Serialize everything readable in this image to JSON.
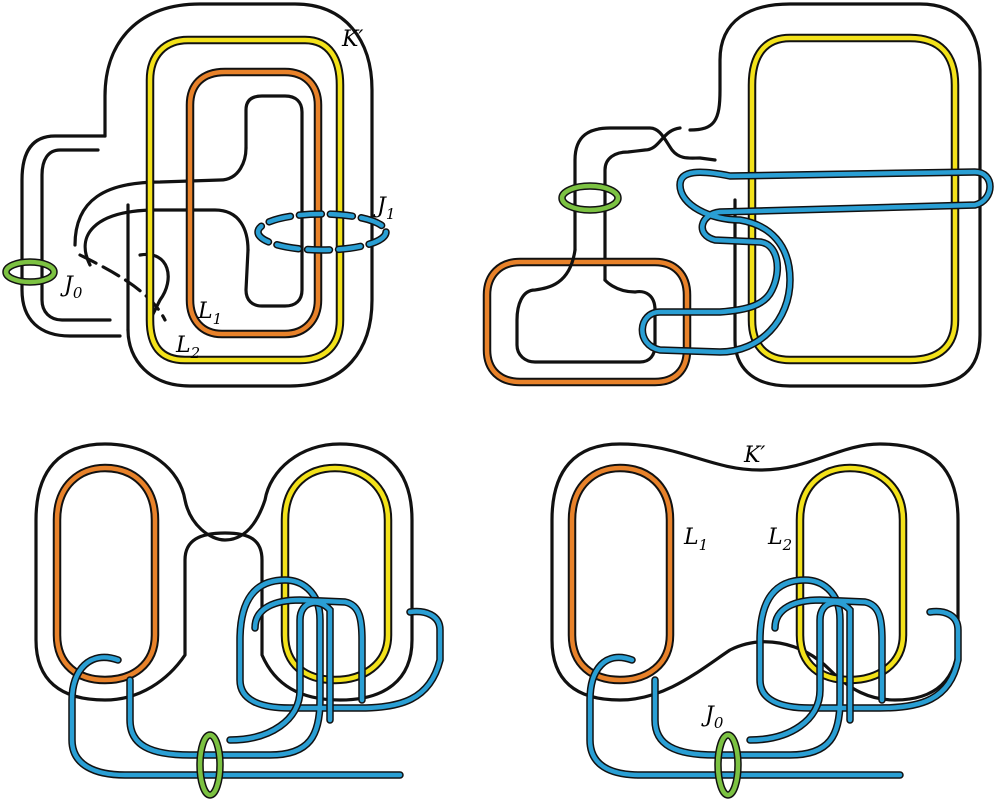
{
  "colors": {
    "knot": "#111111",
    "band_L1": "#e8822a",
    "band_L2": "#f3e21a",
    "curve_J1": "#2a9fd4",
    "curve_J0": "#7cc242"
  },
  "panels": {
    "top_left": {
      "labels": {
        "knot": {
          "main": "K′",
          "sub": ""
        },
        "j1": {
          "main": "J",
          "sub": "1"
        },
        "j0": {
          "main": "J",
          "sub": "0"
        },
        "l1": {
          "main": "L",
          "sub": "1"
        },
        "l2": {
          "main": "L",
          "sub": "2"
        }
      }
    },
    "top_right": {},
    "bottom_left": {},
    "bottom_right": {
      "labels": {
        "knot": {
          "main": "K′",
          "sub": ""
        },
        "l1": {
          "main": "L",
          "sub": "1"
        },
        "l2": {
          "main": "L",
          "sub": "2"
        },
        "j0": {
          "main": "J",
          "sub": "0"
        }
      }
    }
  }
}
